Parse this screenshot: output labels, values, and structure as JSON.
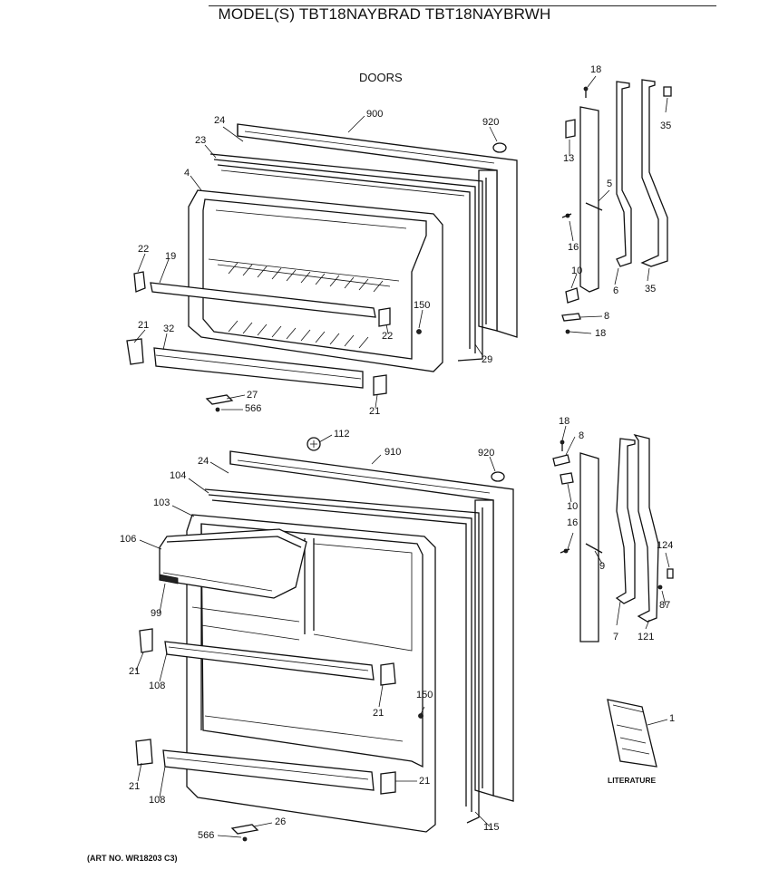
{
  "header": {
    "title": "MODEL(S) TBT18NAYBRAD  TBT18NAYBRWH",
    "subtitle": "DOORS"
  },
  "footer": {
    "art_no": "(ART NO. WR18203 C3)",
    "literature": "LITERATURE"
  },
  "callouts": [
    {
      "id": "18a",
      "text": "18"
    },
    {
      "id": "35a",
      "text": "35"
    },
    {
      "id": "13",
      "text": "13"
    },
    {
      "id": "5",
      "text": "5"
    },
    {
      "id": "16a",
      "text": "16"
    },
    {
      "id": "10a",
      "text": "10"
    },
    {
      "id": "6",
      "text": "6"
    },
    {
      "id": "35b",
      "text": "35"
    },
    {
      "id": "8a",
      "text": "8"
    },
    {
      "id": "18b",
      "text": "18"
    },
    {
      "id": "24a",
      "text": "24"
    },
    {
      "id": "900",
      "text": "900"
    },
    {
      "id": "920a",
      "text": "920"
    },
    {
      "id": "23",
      "text": "23"
    },
    {
      "id": "4",
      "text": "4"
    },
    {
      "id": "22a",
      "text": "22"
    },
    {
      "id": "19",
      "text": "19"
    },
    {
      "id": "150a",
      "text": "150"
    },
    {
      "id": "21a",
      "text": "21"
    },
    {
      "id": "32",
      "text": "32"
    },
    {
      "id": "22b",
      "text": "22"
    },
    {
      "id": "29",
      "text": "29"
    },
    {
      "id": "27",
      "text": "27"
    },
    {
      "id": "566a",
      "text": "566"
    },
    {
      "id": "21b",
      "text": "21"
    },
    {
      "id": "112",
      "text": "112"
    },
    {
      "id": "910",
      "text": "910"
    },
    {
      "id": "920b",
      "text": "920"
    },
    {
      "id": "24b",
      "text": "24"
    },
    {
      "id": "104",
      "text": "104"
    },
    {
      "id": "103",
      "text": "103"
    },
    {
      "id": "106",
      "text": "106"
    },
    {
      "id": "99",
      "text": "99"
    },
    {
      "id": "21c",
      "text": "21"
    },
    {
      "id": "108a",
      "text": "108"
    },
    {
      "id": "21d",
      "text": "21"
    },
    {
      "id": "150b",
      "text": "150"
    },
    {
      "id": "21e",
      "text": "21"
    },
    {
      "id": "108b",
      "text": "108"
    },
    {
      "id": "21f",
      "text": "21"
    },
    {
      "id": "566b",
      "text": "566"
    },
    {
      "id": "26",
      "text": "26"
    },
    {
      "id": "115",
      "text": "115"
    },
    {
      "id": "18c",
      "text": "18"
    },
    {
      "id": "8b",
      "text": "8"
    },
    {
      "id": "10b",
      "text": "10"
    },
    {
      "id": "16b",
      "text": "16"
    },
    {
      "id": "9",
      "text": "9"
    },
    {
      "id": "7",
      "text": "7"
    },
    {
      "id": "124",
      "text": "124"
    },
    {
      "id": "87",
      "text": "87"
    },
    {
      "id": "121",
      "text": "121"
    },
    {
      "id": "1",
      "text": "1"
    }
  ]
}
